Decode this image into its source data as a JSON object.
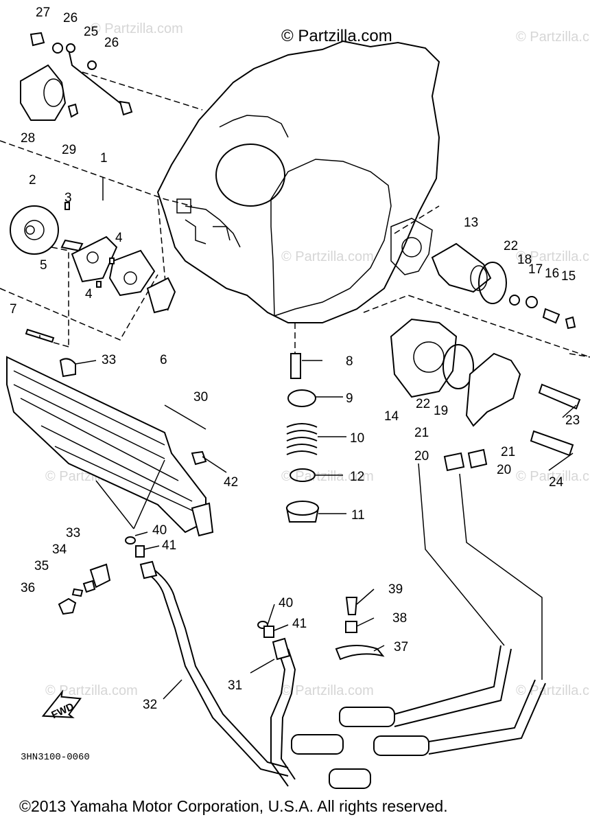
{
  "watermarks": {
    "main": "© Partzilla.com",
    "faint": "© Partzilla.com"
  },
  "diagram_code": "3HN3100-0060",
  "fwd_label": "FWD",
  "copyright": "©2013 Yamaha Motor Corporation, U.S.A. All rights reserved.",
  "callouts": [
    "27",
    "26",
    "25",
    "26",
    "28",
    "29",
    "1",
    "2",
    "3",
    "4",
    "5",
    "4",
    "7",
    "6",
    "13",
    "22",
    "18",
    "17",
    "16",
    "15",
    "8",
    "9",
    "10",
    "12",
    "11",
    "14",
    "22",
    "19",
    "23",
    "21",
    "21",
    "20",
    "20",
    "24",
    "30",
    "33",
    "42",
    "40",
    "41",
    "33",
    "34",
    "35",
    "36",
    "40",
    "41",
    "39",
    "38",
    "37",
    "31",
    "32"
  ]
}
